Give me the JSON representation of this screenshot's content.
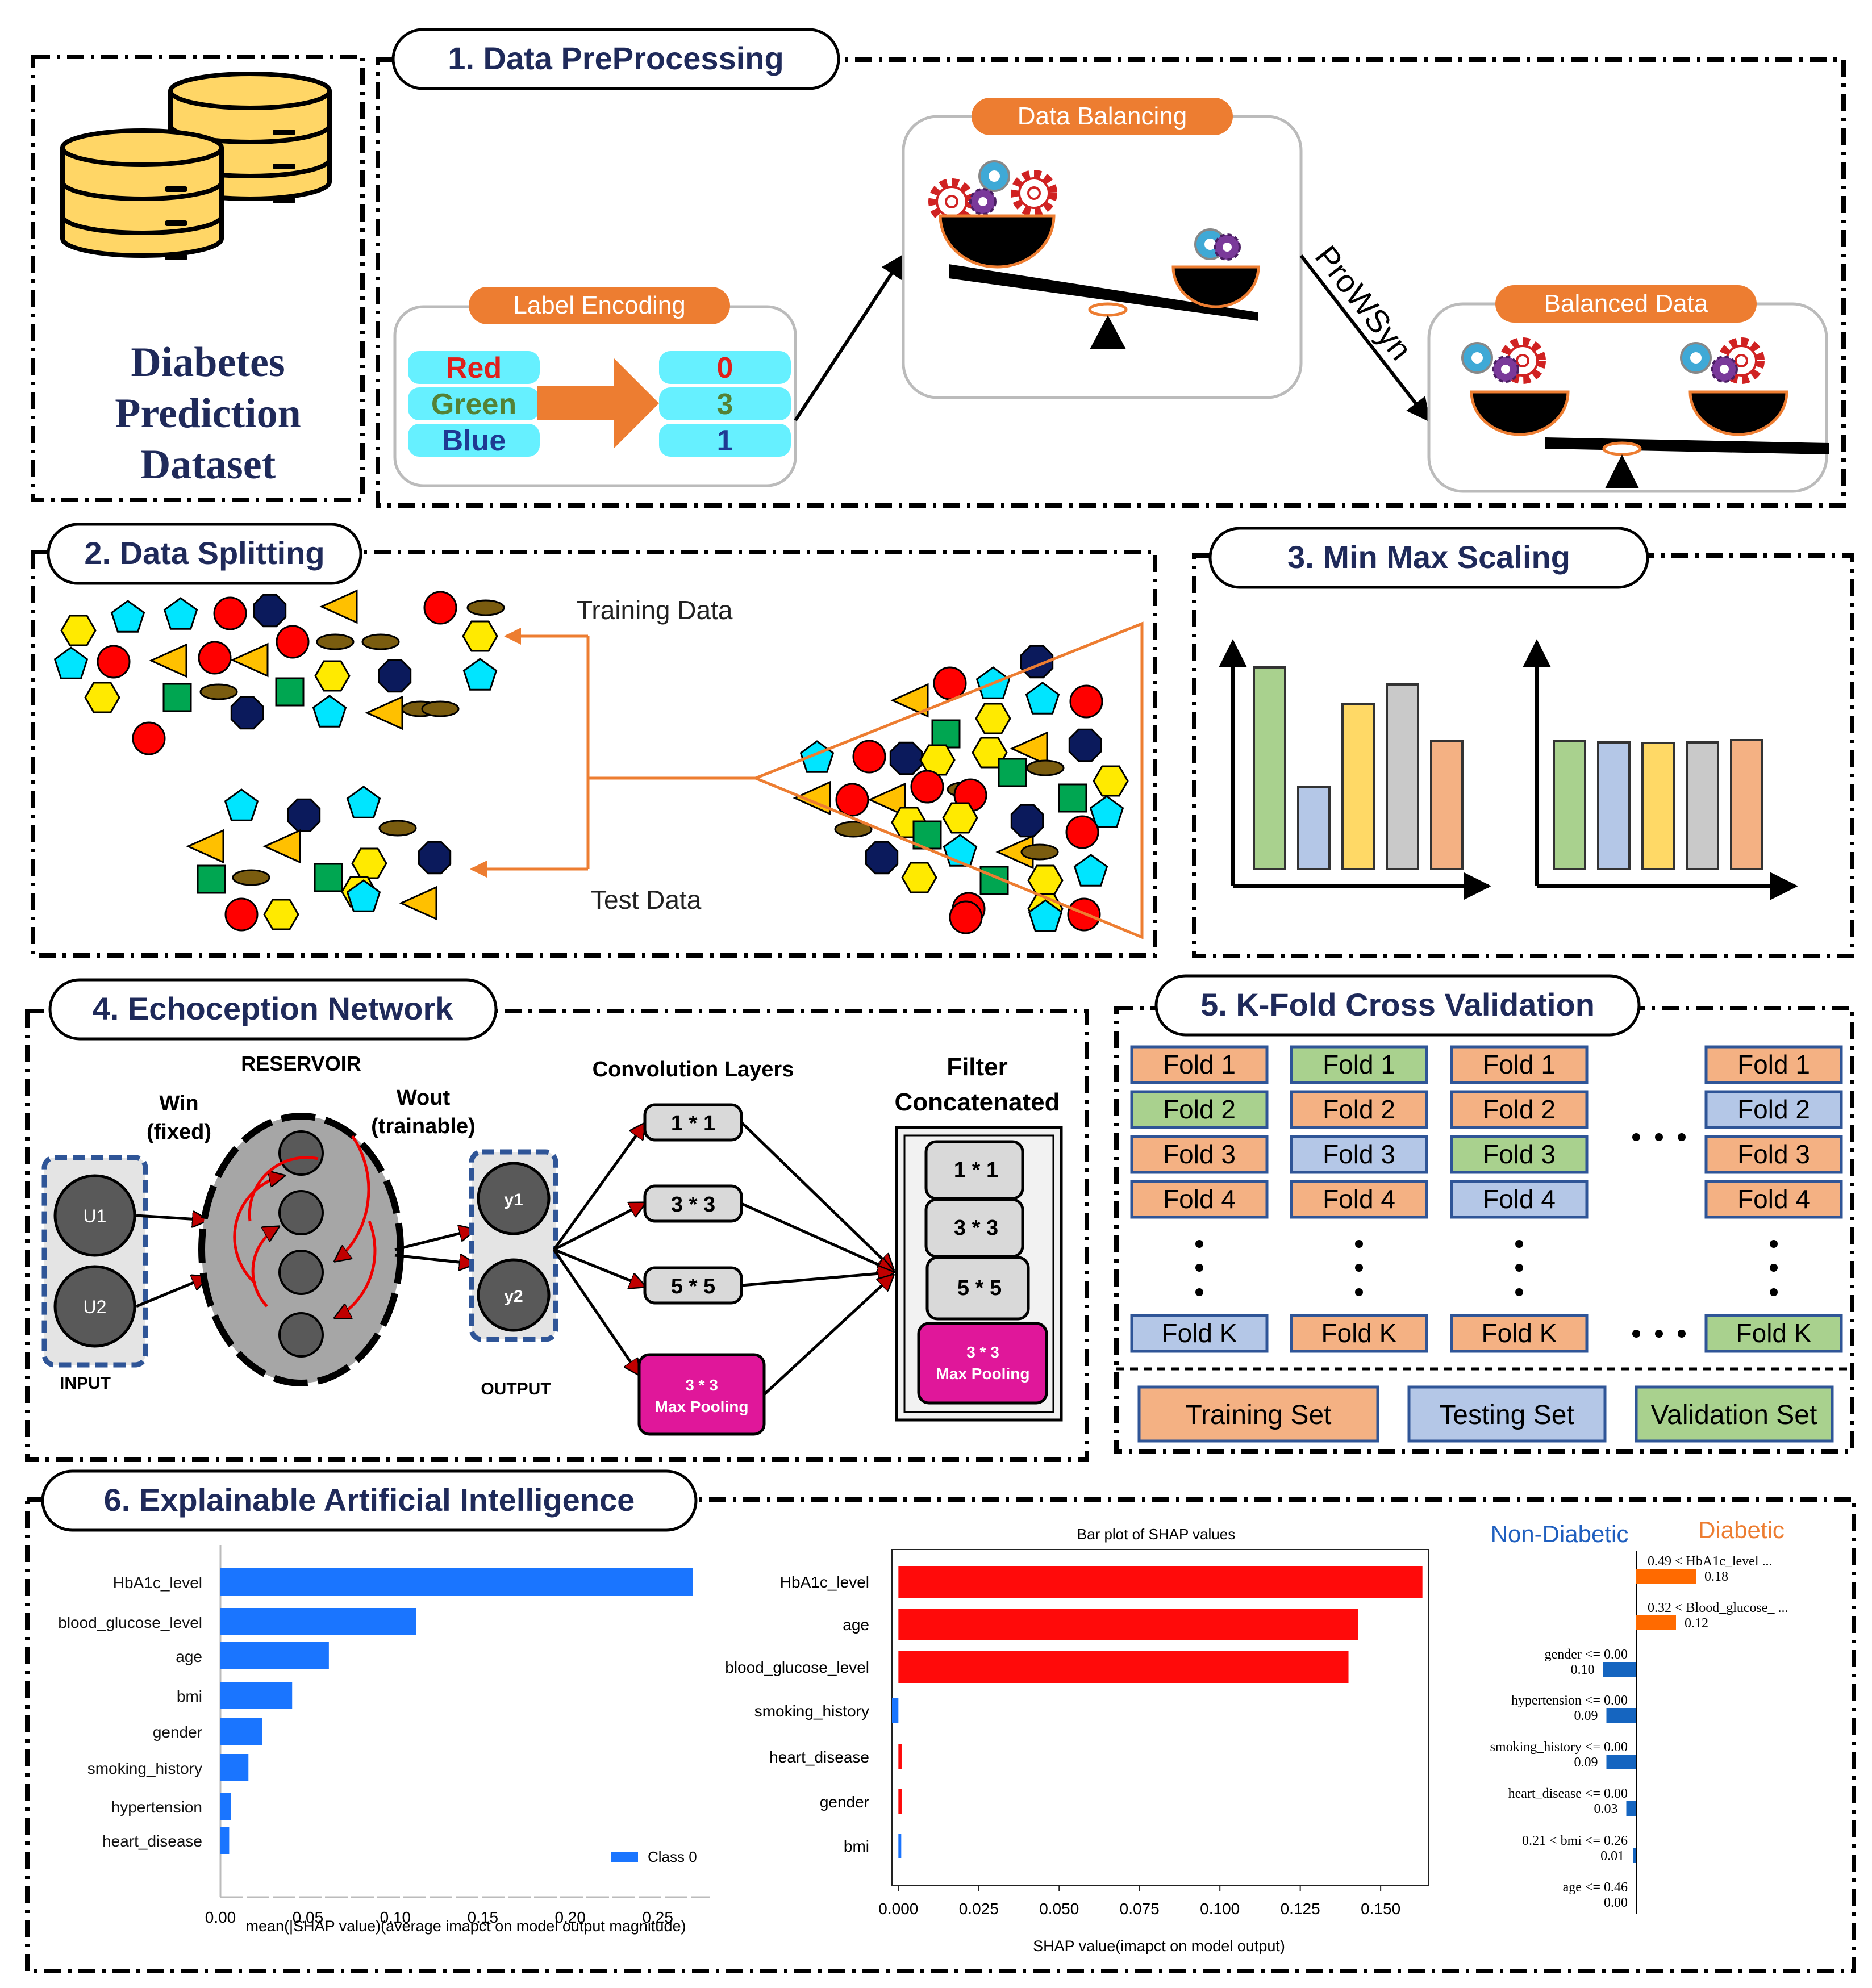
{
  "colors": {
    "title_text": "#1f2a5a",
    "orange": "#ed7d31",
    "cyan": "#66f0ff",
    "red": "#e0201b",
    "blue_bar": "#1a75ff",
    "shap_red": "#ff0a0a",
    "pink": "#e0179a",
    "fold_orange": "#f4b183",
    "fold_green": "#a9d18e",
    "fold_blue": "#b4c7e7"
  },
  "dataset": {
    "line1": "Diabetes",
    "line2": "Prediction",
    "line3": "Dataset"
  },
  "s1": {
    "title": "1. Data PreProcessing",
    "label_encoding": "Label Encoding",
    "enc_rows": [
      {
        "label": "Red",
        "code": "0"
      },
      {
        "label": "Green",
        "code": "3"
      },
      {
        "label": "Blue",
        "code": "1"
      }
    ],
    "data_balancing": "Data Balancing",
    "prowsyn": "ProWSyn",
    "balanced_data": "Balanced Data"
  },
  "s2": {
    "title": "2. Data Splitting",
    "training": "Training Data",
    "test": "Test Data"
  },
  "s3": {
    "title": "3. Min Max Scaling"
  },
  "s4": {
    "title": "4. Echoception Network",
    "reservoir": "RESERVOIR",
    "win1": "Win",
    "win2": "(fixed)",
    "wout1": "Wout",
    "wout2": "(trainable)",
    "u1": "U1",
    "u2": "U2",
    "input": "INPUT",
    "y1": "y1",
    "y2": "y2",
    "output": "OUTPUT",
    "conv_layers": "Convolution Layers",
    "conv": [
      "1 * 1",
      "3 * 3",
      "5 * 5"
    ],
    "pool1": "3 * 3",
    "pool2": "Max Pooling",
    "filter1": "Filter",
    "filter2": "Concatenated"
  },
  "s5": {
    "title": "5. K-Fold Cross Validation",
    "columns": [
      {
        "folds": [
          {
            "t": "Fold 1",
            "c": "o"
          },
          {
            "t": "Fold 2",
            "c": "g"
          },
          {
            "t": "Fold 3",
            "c": "o"
          },
          {
            "t": "Fold 4",
            "c": "o"
          }
        ],
        "last": {
          "t": "Fold K",
          "c": "b"
        }
      },
      {
        "folds": [
          {
            "t": "Fold 1",
            "c": "g"
          },
          {
            "t": "Fold 2",
            "c": "o"
          },
          {
            "t": "Fold 3",
            "c": "b"
          },
          {
            "t": "Fold 4",
            "c": "o"
          }
        ],
        "last": {
          "t": "Fold K",
          "c": "o"
        }
      },
      {
        "folds": [
          {
            "t": "Fold 1",
            "c": "o"
          },
          {
            "t": "Fold 2",
            "c": "o"
          },
          {
            "t": "Fold 3",
            "c": "g"
          },
          {
            "t": "Fold 4",
            "c": "b"
          }
        ],
        "last": {
          "t": "Fold K",
          "c": "o"
        }
      },
      {
        "folds": [
          {
            "t": "Fold 1",
            "c": "o"
          },
          {
            "t": "Fold 2",
            "c": "b"
          },
          {
            "t": "Fold 3",
            "c": "o"
          },
          {
            "t": "Fold 4",
            "c": "o"
          }
        ],
        "last": {
          "t": "Fold K",
          "c": "g"
        }
      }
    ],
    "legend": [
      "Training Set",
      "Testing Set",
      "Validation Set"
    ]
  },
  "s6": {
    "title": "6. Explainable Artificial Intelligence",
    "non_diabetic": "Non-Diabetic",
    "diabetic": "Diabetic"
  },
  "chart_data": [
    {
      "type": "bar",
      "orientation": "horizontal",
      "categories": [
        "HbA1c_level",
        "blood_glucose_level",
        "age",
        "bmi",
        "gender",
        "smoking_history",
        "hypertension",
        "heart_disease"
      ],
      "series": [
        {
          "name": "Class 0",
          "values": [
            0.27,
            0.112,
            0.062,
            0.041,
            0.024,
            0.016,
            0.006,
            0.005
          ]
        }
      ],
      "xlabel": "mean(|SHAP value)(average imapct on model output magnitude)",
      "xticks": [
        "0.00",
        "0.05",
        "0.10",
        "0.15",
        "0.20",
        "0.25"
      ],
      "xlim": [
        0,
        0.28
      ],
      "legend": "bottom-right"
    },
    {
      "type": "bar",
      "orientation": "horizontal",
      "title": "Bar plot of SHAP values",
      "categories": [
        "HbA1c_level",
        "age",
        "blood_glucose_level",
        "smoking_history",
        "heart_disease",
        "gender",
        "bmi"
      ],
      "values": [
        0.163,
        0.143,
        0.14,
        -0.002,
        0.001,
        0.001,
        0.0005
      ],
      "xlabel": "SHAP value(imapct on model output)",
      "xticks": [
        "0.000",
        "0.025",
        "0.050",
        "0.075",
        "0.100",
        "0.125",
        "0.150"
      ],
      "xlim": [
        -0.002,
        0.165
      ]
    },
    {
      "type": "bar",
      "orientation": "horizontal",
      "categories": [
        "0.49 < HbA1c_level ...",
        "0.32 < Blood_glucose_ ...",
        "gender <= 0.00",
        "hypertension <= 0.00",
        "smoking_history <= 0.00",
        "heart_disease <= 0.00",
        "0.21 < bmi <= 0.26",
        "age <= 0.46"
      ],
      "values": [
        0.18,
        0.12,
        -0.1,
        -0.09,
        -0.09,
        -0.03,
        -0.01,
        0.0
      ],
      "labels": [
        "0.18",
        "0.12",
        "0.10",
        "0.09",
        "0.09",
        "0.03",
        "0.01",
        "0.00"
      ],
      "legend_labels": [
        "Non-Diabetic",
        "Diabetic"
      ]
    }
  ]
}
